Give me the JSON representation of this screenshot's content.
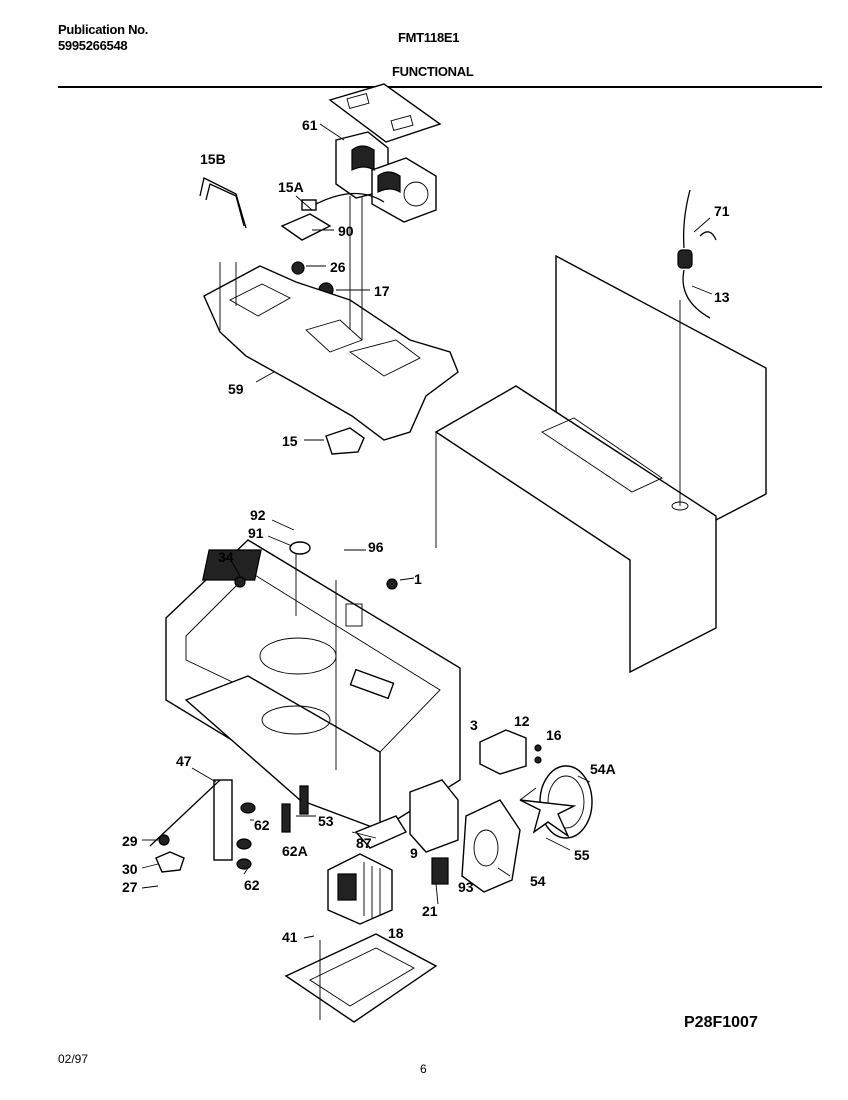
{
  "header": {
    "publication_label": "Publication No.",
    "publication_number": "5995266548",
    "model": "FMT118E1",
    "section": "FUNCTIONAL"
  },
  "parts": {
    "p61": "61",
    "p15B": "15B",
    "p15A": "15A",
    "p90": "90",
    "p26": "26",
    "p17": "17",
    "p59": "59",
    "p15": "15",
    "p71": "71",
    "p13": "13",
    "p92": "92",
    "p91": "91",
    "p96": "96",
    "p34": "34",
    "p1": "1",
    "p3": "3",
    "p12": "12",
    "p16": "16",
    "p54A": "54A",
    "p47": "47",
    "p62a": "62",
    "p53": "53",
    "p29": "29",
    "p87": "87",
    "p9": "9",
    "p55": "55",
    "p62A": "62A",
    "p30": "30",
    "p54": "54",
    "p93": "93",
    "p27": "27",
    "p62b": "62",
    "p21": "21",
    "p18": "18",
    "p41": "41"
  },
  "footer": {
    "date": "02/97",
    "page": "6",
    "drawing_number": "P28F1007"
  }
}
